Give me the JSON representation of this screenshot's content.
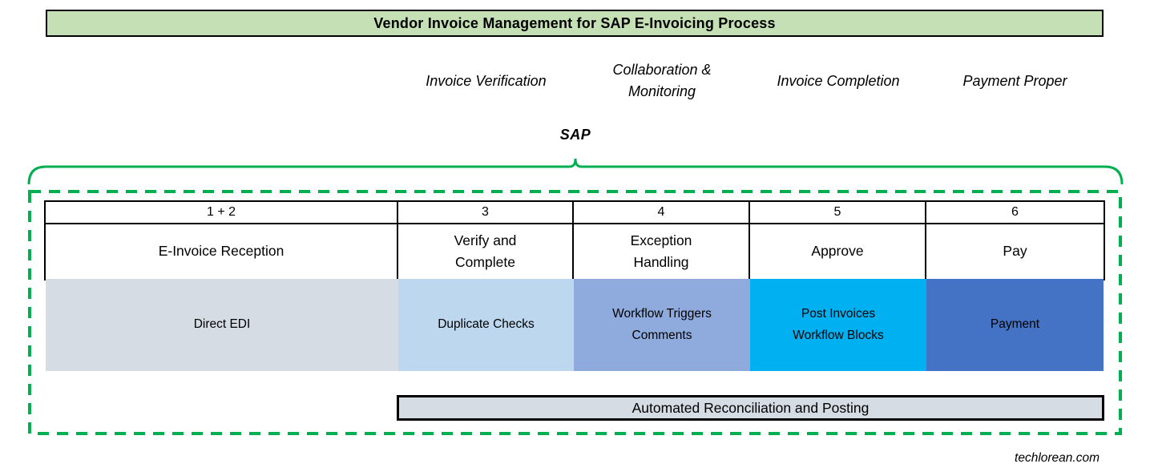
{
  "title": "Vendor Invoice Management for SAP E-Invoicing Process",
  "phase_headers": [
    {
      "label": "Invoice Verification"
    },
    {
      "label": "Collaboration &\nMonitoring"
    },
    {
      "label": "Invoice Completion"
    },
    {
      "label": "Payment Proper"
    }
  ],
  "sap_label": "SAP",
  "process_table": {
    "columns": [
      {
        "number": "1 + 2",
        "step": "E-Invoice Reception",
        "detail": "Direct EDI",
        "color": "#d6dce4"
      },
      {
        "number": "3",
        "step": "Verify and\nComplete",
        "detail": "Duplicate Checks",
        "color": "#bdd7ee"
      },
      {
        "number": "4",
        "step": "Exception\nHandling",
        "detail": "Workflow Triggers\nComments",
        "color": "#8faadc"
      },
      {
        "number": "5",
        "step": "Approve",
        "detail": "Post Invoices\nWorkflow Blocks",
        "color": "#00b0f0"
      },
      {
        "number": "6",
        "step": "Pay",
        "detail": "Payment",
        "color": "#4472c4"
      }
    ]
  },
  "automation_bar": {
    "label": "Automated Reconciliation and Posting",
    "color": "#d6dce4"
  },
  "watermark": "techlorean.com",
  "colors": {
    "title_bg": "#c5e0b4",
    "accent_green": "#00b050",
    "border": "#000000"
  }
}
